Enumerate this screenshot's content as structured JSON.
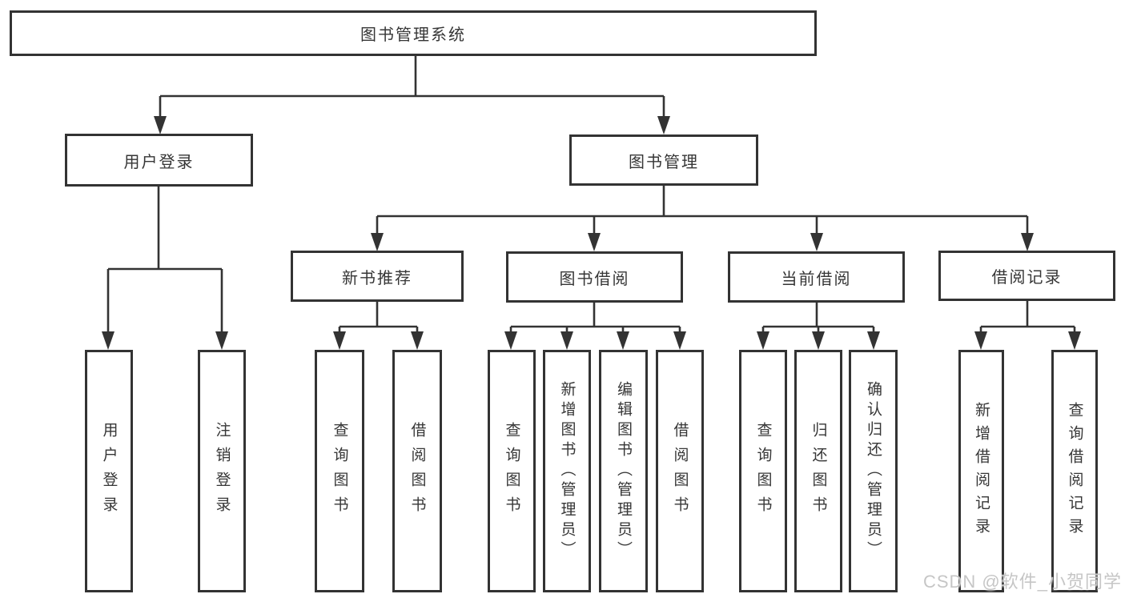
{
  "diagram_title": "图书管理系统",
  "nodes": {
    "root": "图书管理系统",
    "user_login": "用户登录",
    "book_mgmt": "图书管理",
    "login": "用户登录",
    "logout": "注销登录",
    "new_book_rec": "新书推荐",
    "book_borrow": "图书借阅",
    "current_borrow": "当前借阅",
    "borrow_records": "借阅记录",
    "nbr_query_book": "查询图书",
    "nbr_borrow_book": "借阅图书",
    "bb_query_book": "查询图书",
    "bb_add_book_admin": "新增图书（管理员）",
    "bb_edit_book_admin": "编辑图书（管理员）",
    "bb_borrow_book": "借阅图书",
    "cb_query_book": "查询图书",
    "cb_return_book": "归还图书",
    "cb_confirm_return_admin": "确认归还（管理员）",
    "br_add_record": "新增借阅记录",
    "br_query_record": "查询借阅记录"
  },
  "watermark": "CSDN @软件_小贺同学",
  "colors": {
    "line": "#333333",
    "box_border": "#333333",
    "text": "#363636",
    "watermark": "#c6c6c6",
    "background": "#ffffff"
  }
}
